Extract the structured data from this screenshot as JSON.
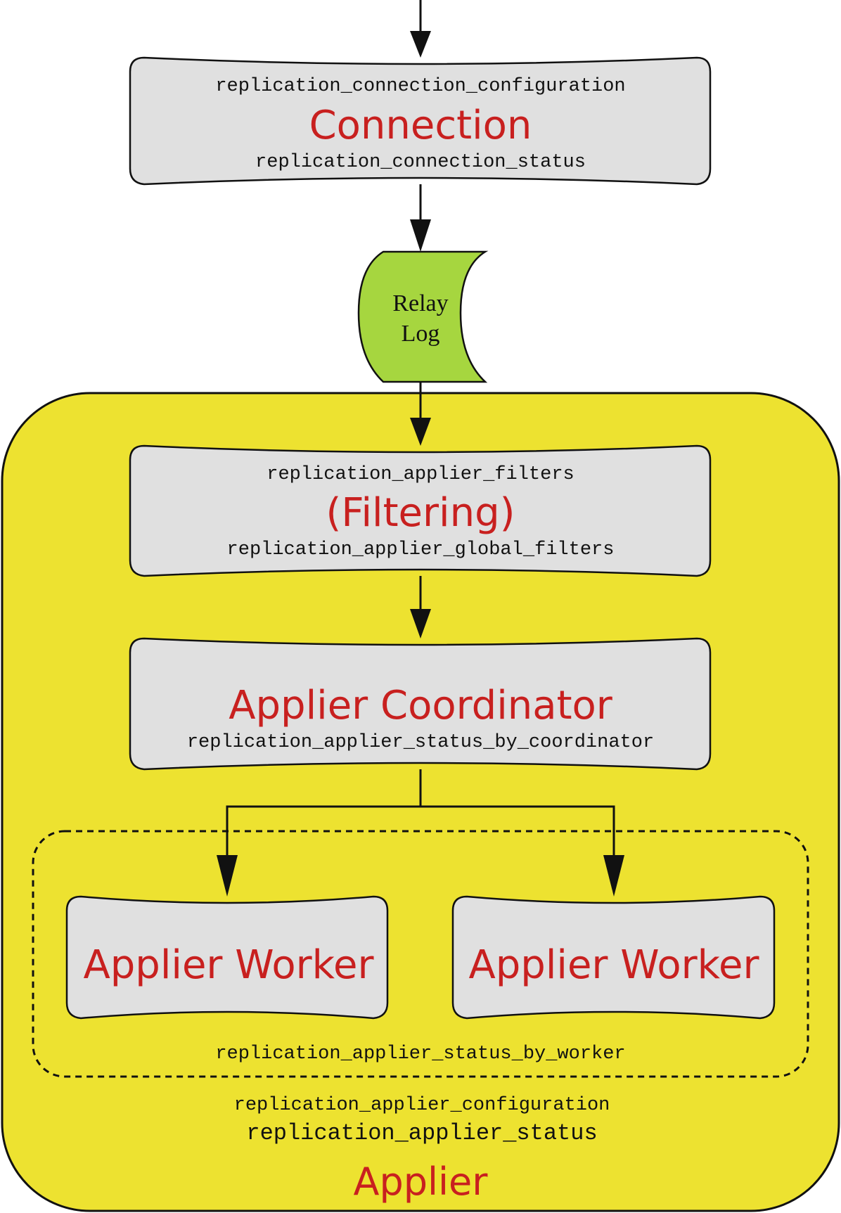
{
  "colors": {
    "applier_fill": "#ede230",
    "box_fill": "#e0e0e0",
    "relay_fill": "#a6d63f",
    "title_red": "#c8201f",
    "stroke": "#111111"
  },
  "connection": {
    "config_table": "replication_connection_configuration",
    "title": "Connection",
    "status_table": "replication_connection_status"
  },
  "relay_log": {
    "line1": "Relay",
    "line2": "Log"
  },
  "filtering": {
    "filters_table": "replication_applier_filters",
    "title": "(Filtering)",
    "global_filters_table": "replication_applier_global_filters"
  },
  "coordinator": {
    "title": "Applier Coordinator",
    "status_table": "replication_applier_status_by_coordinator"
  },
  "workers": {
    "left_title": "Applier Worker",
    "right_title": "Applier Worker",
    "status_table": "replication_applier_status_by_worker"
  },
  "applier": {
    "config_table": "replication_applier_configuration",
    "status_table": "replication_applier_status",
    "title": "Applier"
  }
}
